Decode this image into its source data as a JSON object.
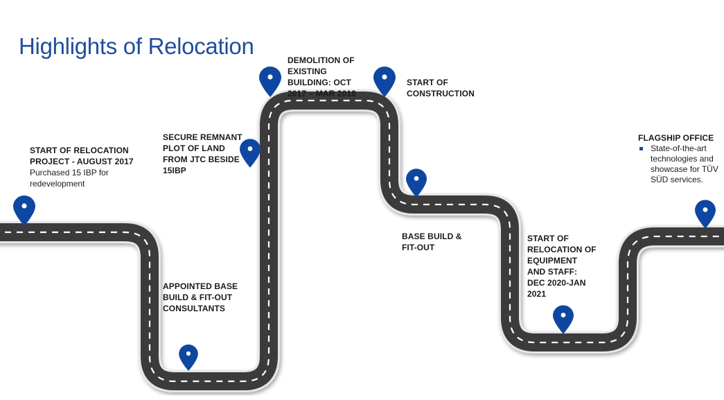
{
  "title": "Highlights of Relocation",
  "colors": {
    "title": "#1f4e9c",
    "pin": "#0e47a1",
    "road": "#3b3b3b",
    "road_edge": "#e3e3e3",
    "lane": "#ffffff"
  },
  "milestones": [
    {
      "title": "START OF RELOCATION PROJECT - AUGUST 2017",
      "text": "Purchased 15 IBP for redevelopment"
    },
    {
      "title": "APPOINTED BASE BUILD & FIT-OUT CONSULTANTS"
    },
    {
      "title": "SECURE REMNANT PLOT OF LAND FROM JTC BESIDE 15IBP"
    },
    {
      "title": "DEMOLITION OF EXISTING BUILDING: OCT 2017 – MAR 2018"
    },
    {
      "title": "START OF CONSTRUCTION"
    },
    {
      "title": "BASE BUILD & FIT-OUT"
    },
    {
      "title": "START OF RELOCATION OF EQUIPMENT AND STAFF: DEC 2020-JAN 2021"
    },
    {
      "title": "FLAGSHIP OFFICE",
      "bullets": [
        "State-of-the-art technologies and showcase for TÜV SÜD services."
      ]
    }
  ],
  "pin_icon": "location-pin-icon"
}
